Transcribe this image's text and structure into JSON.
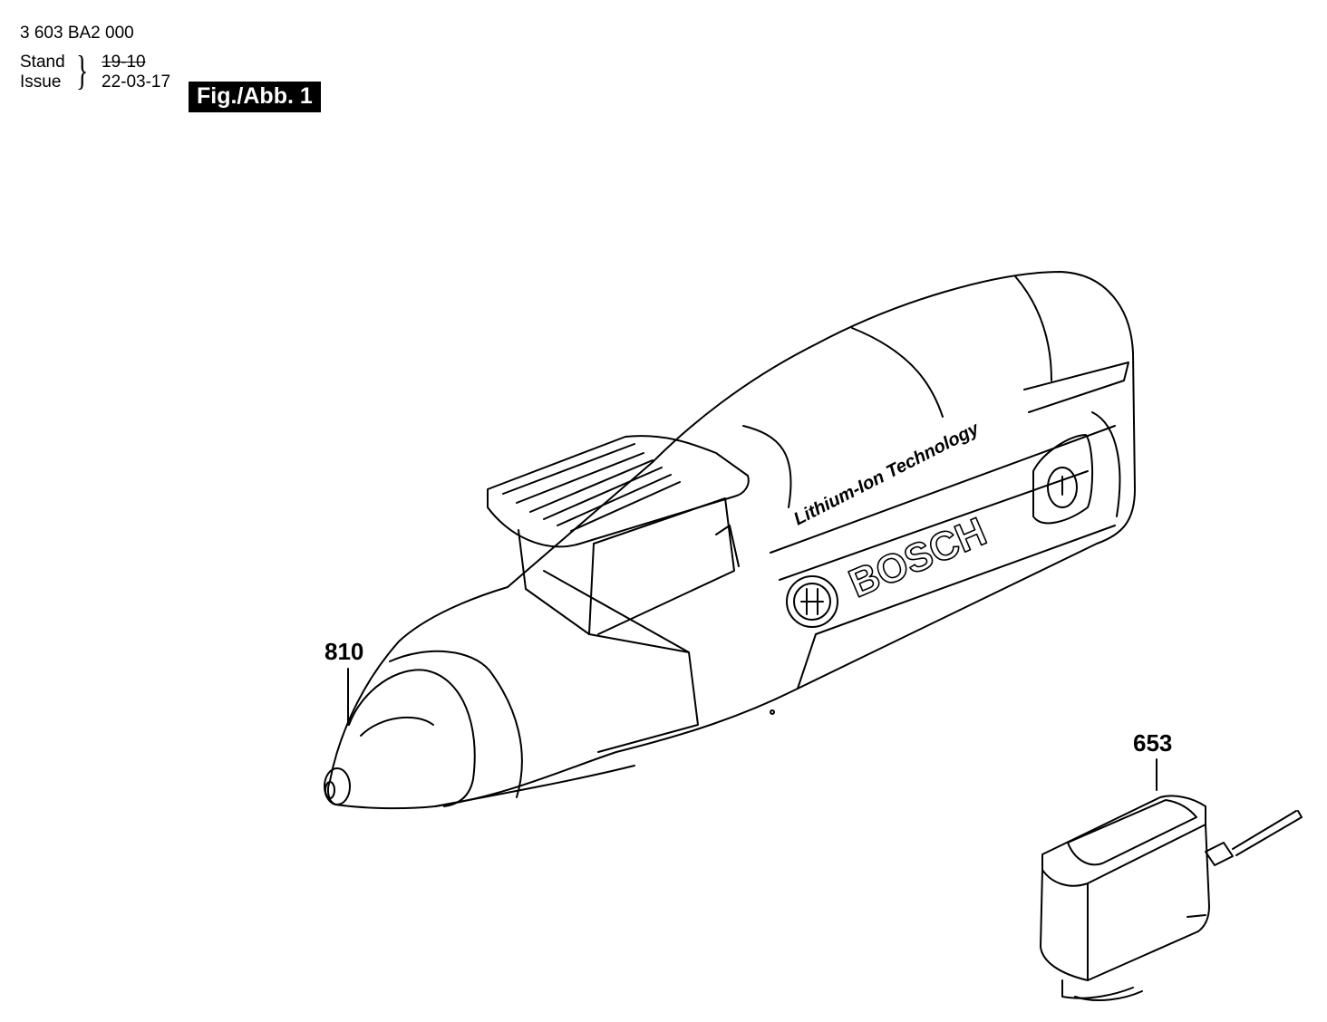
{
  "header": {
    "part_number": "3 603 BA2 000",
    "stand_label": "Stand",
    "issue_label": "Issue",
    "old_date": "19-10",
    "new_date": "22-03-17",
    "figure_label": "Fig./Abb. 1"
  },
  "tool": {
    "brand_text": "BOSCH",
    "tech_text": "Lithium-Ion Technology"
  },
  "callouts": {
    "glue_pen": "810",
    "charger": "653"
  }
}
